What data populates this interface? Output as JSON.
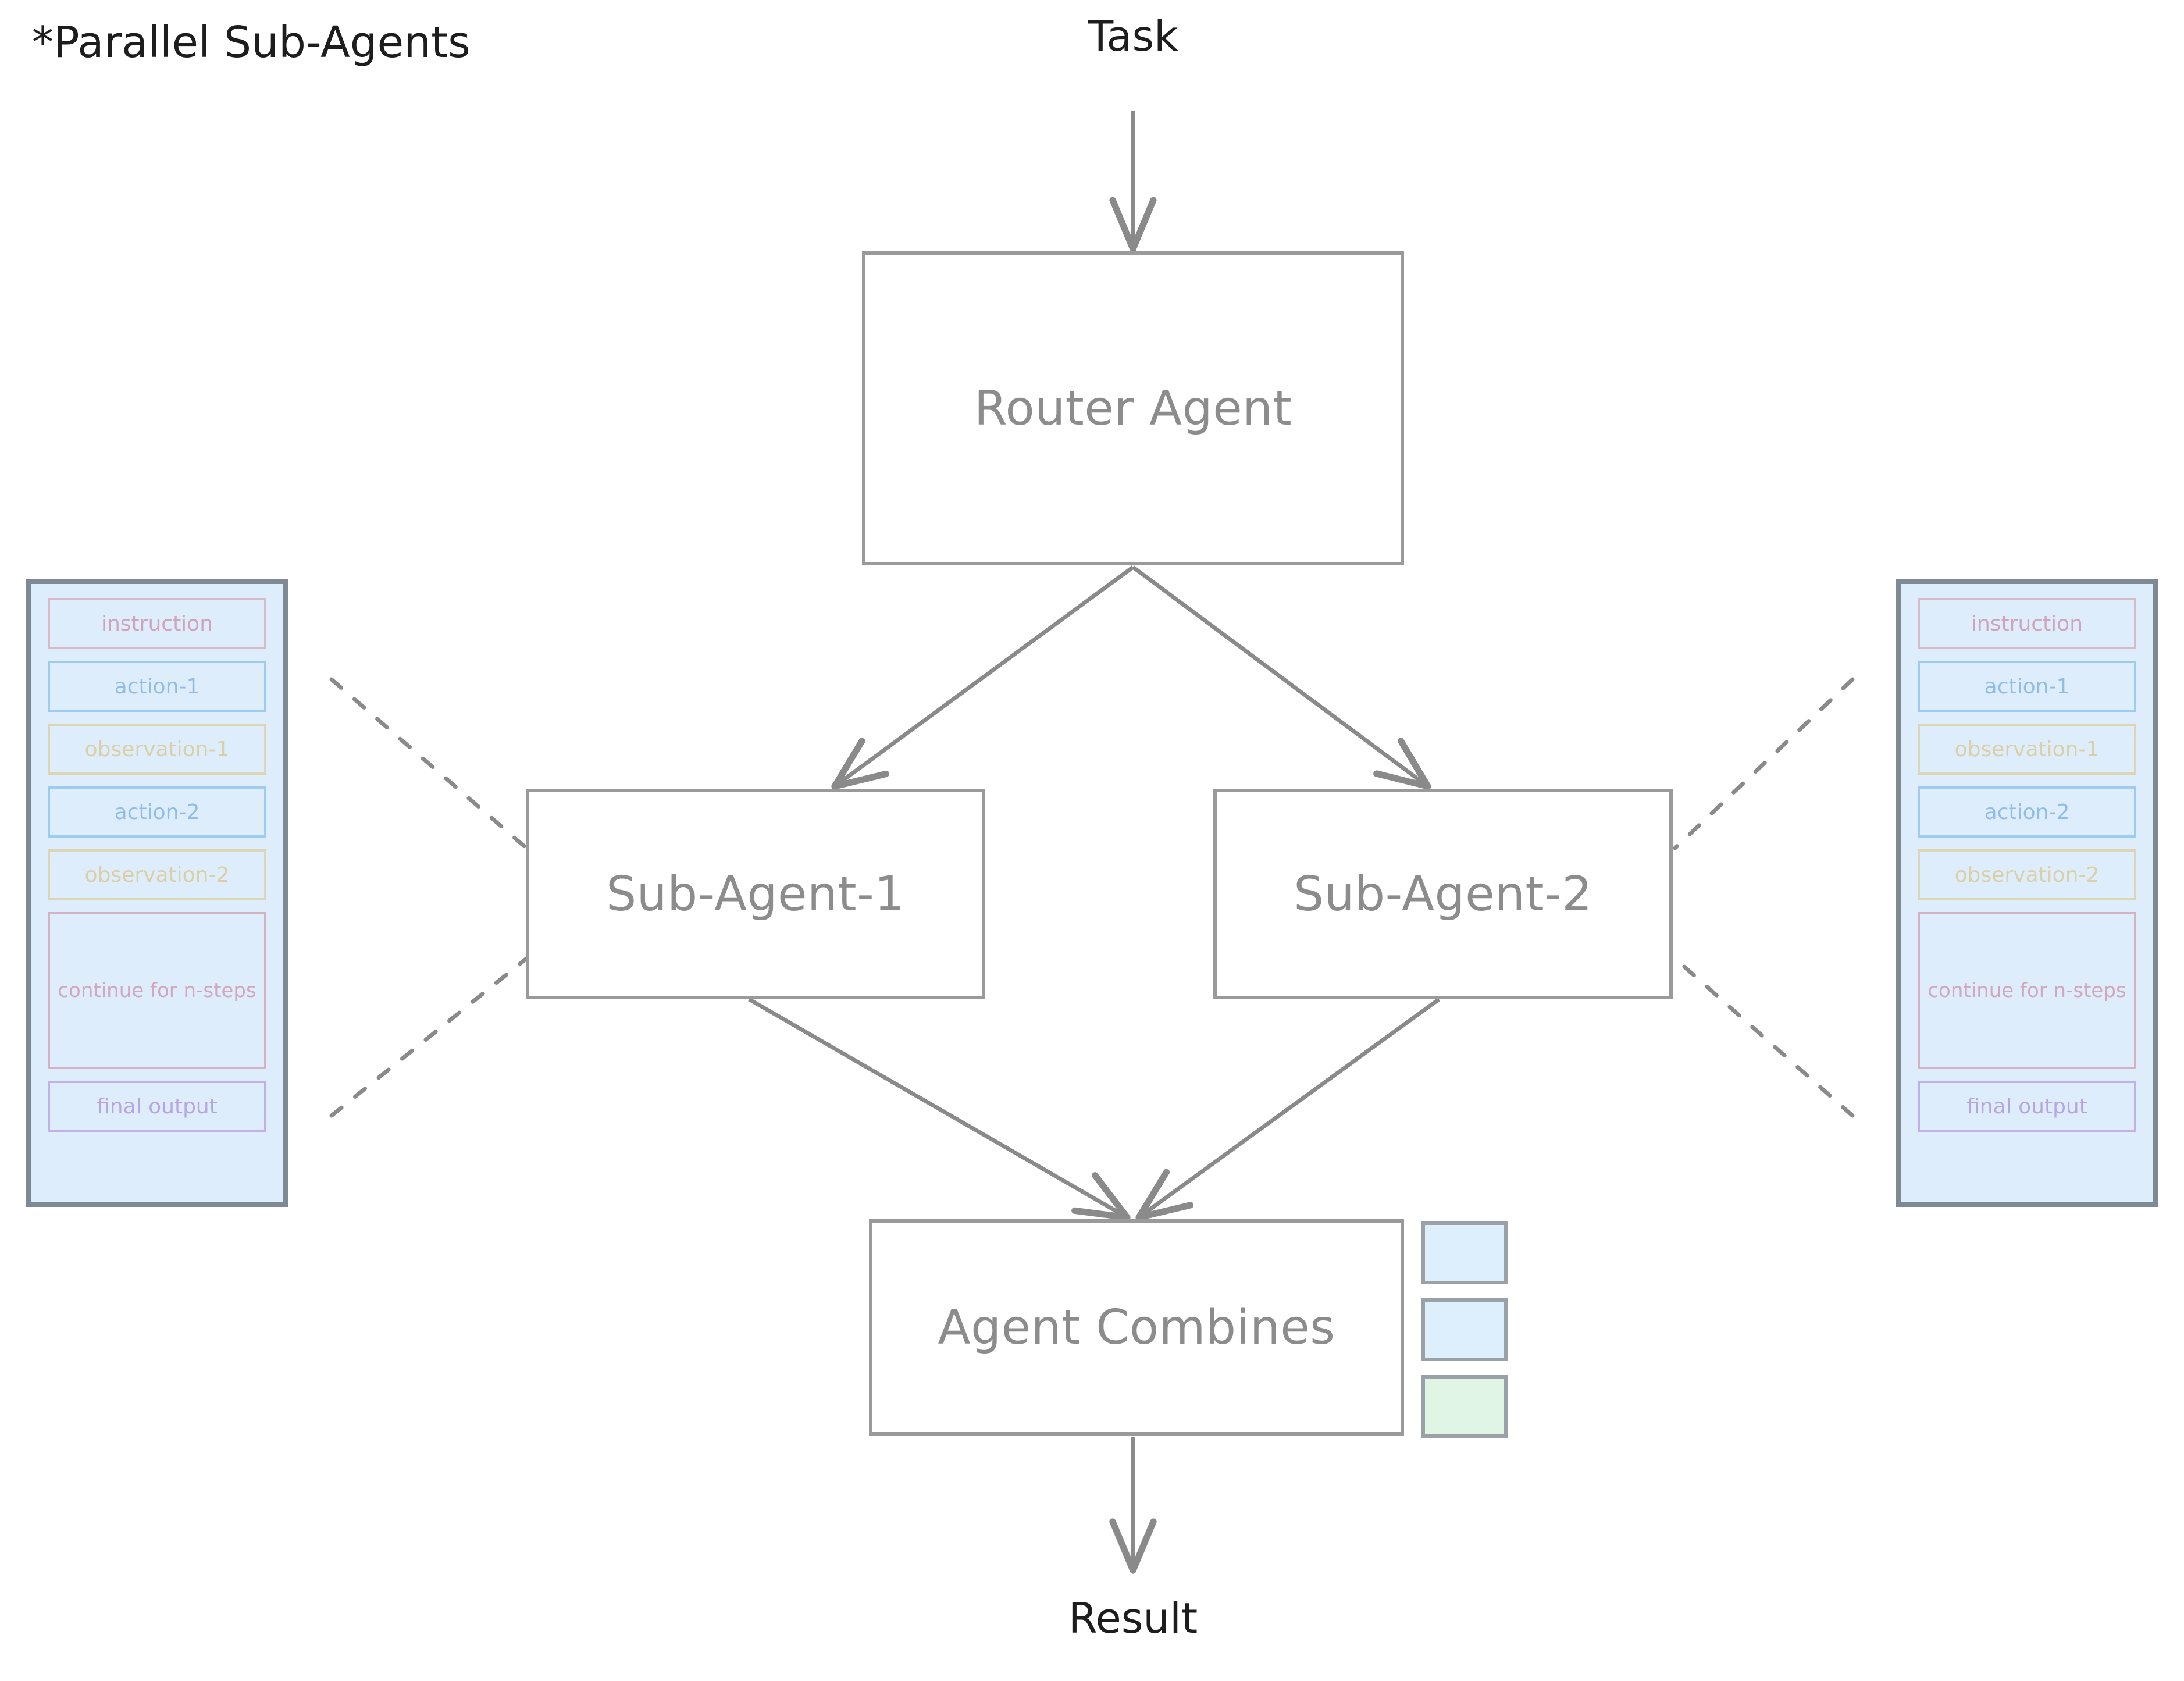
{
  "diagram": {
    "corner_note": "*Parallel Sub-Agents",
    "input_label": "Task",
    "output_label": "Result"
  },
  "nodes": {
    "router": "Router Agent",
    "sub_agent_1": "Sub-Agent-1",
    "sub_agent_2": "Sub-Agent-2",
    "combiner": "Agent Combines"
  },
  "trace_panel_left": {
    "rows": [
      {
        "label": "instruction",
        "kind": "instruction"
      },
      {
        "label": "action-1",
        "kind": "action"
      },
      {
        "label": "observation-1",
        "kind": "observation"
      },
      {
        "label": "action-2",
        "kind": "action"
      },
      {
        "label": "observation-2",
        "kind": "observation"
      },
      {
        "label": "continue for n-steps",
        "kind": "continue"
      },
      {
        "label": "final output",
        "kind": "final"
      }
    ]
  },
  "trace_panel_right": {
    "rows": [
      {
        "label": "instruction",
        "kind": "instruction"
      },
      {
        "label": "action-1",
        "kind": "action"
      },
      {
        "label": "observation-1",
        "kind": "observation"
      },
      {
        "label": "action-2",
        "kind": "action"
      },
      {
        "label": "observation-2",
        "kind": "observation"
      },
      {
        "label": "continue for n-steps",
        "kind": "continue"
      },
      {
        "label": "final output",
        "kind": "final"
      }
    ]
  },
  "legend": {
    "swatches": [
      {
        "name": "swatch-blue-1",
        "color": "#ddeefc"
      },
      {
        "name": "swatch-blue-2",
        "color": "#ddeefc"
      },
      {
        "name": "swatch-green",
        "color": "#e0f5e3"
      }
    ]
  },
  "colors": {
    "box_border": "#9a9a9a",
    "box_text": "#8c8c8c",
    "edge": "#8a8a8a",
    "panel_fill": "#deedfb",
    "panel_border": "#7d8a93",
    "endpoint_text": "#1d1d1d"
  }
}
